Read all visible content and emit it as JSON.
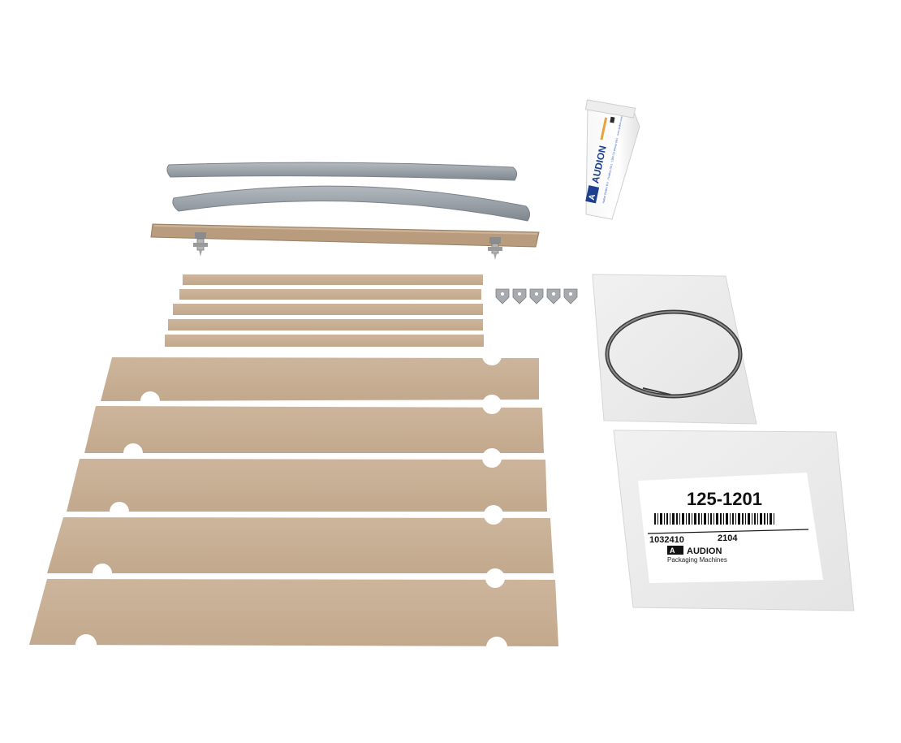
{
  "tube": {
    "brand": "AUDION",
    "fine_print": "Audion Elektro B.V. · Postbus 2011 · 1380 CA Weesp (NL) · www.audion.com"
  },
  "kit_label": {
    "part_number": "125-1201",
    "article_code": "1032410",
    "batch_code": "2104",
    "brand": "AUDION",
    "tagline": "Packaging Machines"
  },
  "colors": {
    "ptfe_tape": "#c9b096",
    "silicone_rubber": "#9aa1a8",
    "brand_blue": "#1d3f8f"
  }
}
